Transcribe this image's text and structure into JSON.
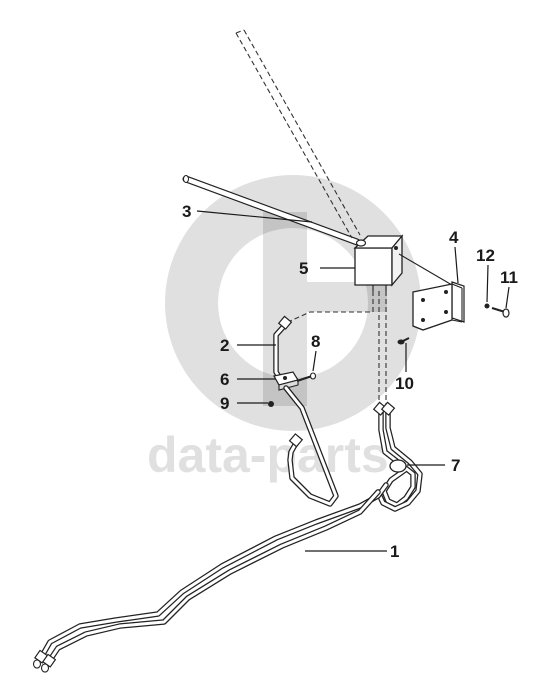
{
  "watermark": {
    "text": "data-parts",
    "color": "#000000"
  },
  "callouts": [
    {
      "id": "1",
      "label": "1"
    },
    {
      "id": "2",
      "label": "2"
    },
    {
      "id": "3",
      "label": "3"
    },
    {
      "id": "4",
      "label": "4"
    },
    {
      "id": "5",
      "label": "5"
    },
    {
      "id": "6",
      "label": "6"
    },
    {
      "id": "7",
      "label": "7"
    },
    {
      "id": "8",
      "label": "8"
    },
    {
      "id": "9",
      "label": "9"
    },
    {
      "id": "10",
      "label": "10"
    },
    {
      "id": "11",
      "label": "11"
    },
    {
      "id": "12",
      "label": "12"
    }
  ]
}
